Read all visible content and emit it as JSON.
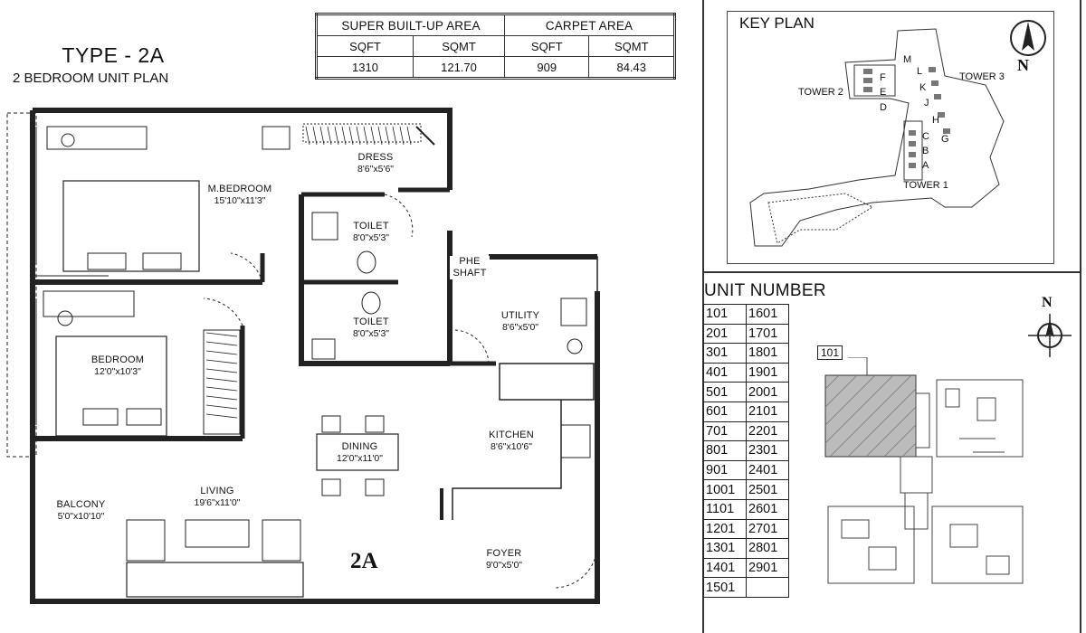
{
  "header": {
    "title": "TYPE - 2A",
    "subtitle": "2 BEDROOM UNIT PLAN"
  },
  "area_table": {
    "super_built_up_label": "SUPER BUILT-UP AREA",
    "carpet_label": "CARPET AREA",
    "units": [
      "SQFT",
      "SQMT",
      "SQFT",
      "SQMT"
    ],
    "values": [
      "1310",
      "121.70",
      "909",
      "84.43"
    ]
  },
  "rooms": {
    "dress": {
      "name": "DRESS",
      "dims": "8'6\"x5'6\""
    },
    "master_bedroom": {
      "name": "M.BEDROOM",
      "dims": "15'10\"x11'3\""
    },
    "toilet_1": {
      "name": "TOILET",
      "dims": "8'0\"x5'3\""
    },
    "phe_shaft": {
      "name1": "PHE",
      "name2": "SHAFT"
    },
    "toilet_2": {
      "name": "TOILET",
      "dims": "8'0\"x5'3\""
    },
    "utility": {
      "name": "UTILITY",
      "dims": "8'6\"x5'0\""
    },
    "bedroom": {
      "name": "BEDROOM",
      "dims": "12'0\"x10'3\""
    },
    "dining": {
      "name": "DINING",
      "dims": "12'0\"x11'0\""
    },
    "kitchen": {
      "name": "KITCHEN",
      "dims": "8'6\"x10'6\""
    },
    "living": {
      "name": "LIVING",
      "dims": "19'6\"x11'0\""
    },
    "balcony": {
      "name": "BALCONY",
      "dims": "5'0\"x10'10\""
    },
    "foyer": {
      "name": "FOYER",
      "dims": "9'0\"x5'0\""
    }
  },
  "unit_label": "2A",
  "key_plan": {
    "title": "KEY PLAN",
    "north": "N",
    "tower_1": "TOWER 1",
    "tower_2": "TOWER 2",
    "tower_3": "TOWER 3",
    "letters": [
      "M",
      "L",
      "K",
      "J",
      "H",
      "G",
      "F",
      "E",
      "D",
      "C",
      "B",
      "A"
    ]
  },
  "unit_number": {
    "title": "UNIT NUMBER",
    "north": "N",
    "tag": "101",
    "rows": [
      [
        "101",
        "1601"
      ],
      [
        "201",
        "1701"
      ],
      [
        "301",
        "1801"
      ],
      [
        "401",
        "1901"
      ],
      [
        "501",
        "2001"
      ],
      [
        "601",
        "2101"
      ],
      [
        "701",
        "2201"
      ],
      [
        "801",
        "2301"
      ],
      [
        "901",
        "2401"
      ],
      [
        "1001",
        "2501"
      ],
      [
        "1101",
        "2601"
      ],
      [
        "1201",
        "2701"
      ],
      [
        "1301",
        "2801"
      ],
      [
        "1401",
        "2901"
      ],
      [
        "1501",
        ""
      ]
    ]
  }
}
